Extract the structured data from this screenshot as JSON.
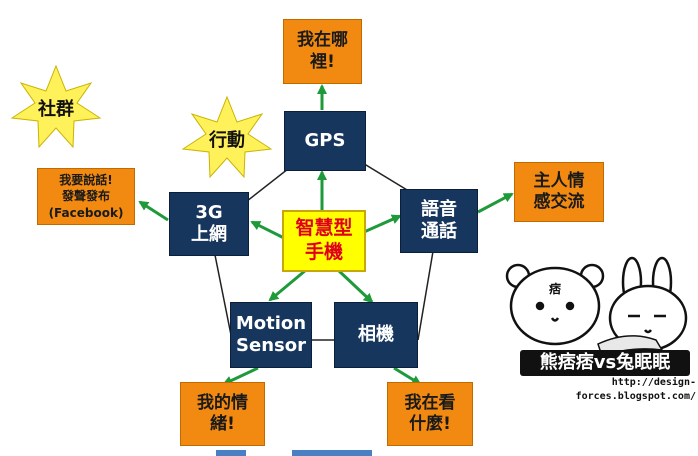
{
  "center": "智慧型\n手機",
  "nodes": {
    "gps": "GPS",
    "net3g": "3G\n上網",
    "voice": "語音\n通話",
    "motion": "Motion\nSensor",
    "camera": "相機"
  },
  "outcomes": {
    "gps": "我在哪\n裡!",
    "net3g": "我要說話!\n發聲發布\n(Facebook)",
    "voice": "主人情\n感交流",
    "motion": "我的情\n緒!",
    "camera": "我在看\n什麼!"
  },
  "stars": {
    "social": "社群",
    "mobile": "行動"
  },
  "watermark": {
    "title": "熊痞痞vs兔眠眠",
    "url": "http://design-forces.blogspot.com/",
    "bear_badge": "痞"
  },
  "colors": {
    "navy": "#17365d",
    "orange": "#f28a12",
    "yellow": "#ffff00",
    "red_text": "#e0001b",
    "arrow_green": "#1e9a3a",
    "star_yellow": "#fff15a"
  }
}
